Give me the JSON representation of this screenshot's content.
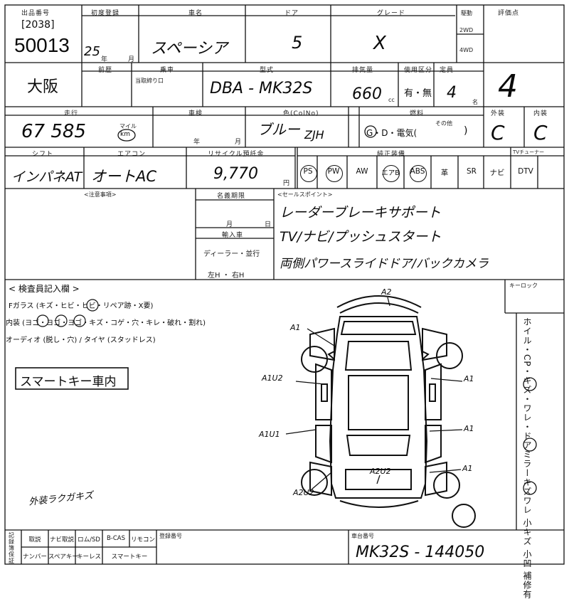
{
  "header": {
    "lot_label": "出品番号",
    "lot_sub": "[2038]",
    "lot_number": "50013",
    "first_reg_label": "初度登録",
    "first_reg_value": "25",
    "year_unit": "年",
    "month_unit": "月",
    "car_name_label": "車名",
    "car_name": "スペーシア",
    "door_label": "ドア",
    "door_value": "5",
    "grade_label": "グレード",
    "grade_value": "X",
    "drive_label": "駆動",
    "drive_2wd": "2WD",
    "drive_4wd": "4WD",
    "rating_label": "評価点",
    "rating_value": "4"
  },
  "row2": {
    "location": "大阪",
    "history_label": "前歴",
    "seats_label": "乗車",
    "seats_note": "当取締り口",
    "model_label": "型式",
    "model_value": "DBA - MK32S",
    "cc_label": "排気量",
    "cc_value": "660",
    "cc_unit": "cc",
    "ownership_label": "使用区分",
    "ownership_value": "有・無",
    "capacity_label": "定員",
    "capacity_value": "4",
    "capacity_unit": "名"
  },
  "row3": {
    "mileage_label": "走行",
    "mileage_value": "67 585",
    "mileage_unit_top": "マイル",
    "mileage_unit": "km",
    "inspection_label": "車検",
    "inspection_year": "年",
    "inspection_month": "月",
    "color_label": "色(ColNo)",
    "color_value": "ブルー",
    "color_code": "ZJH",
    "fuel_label": "燃料",
    "fuel_value": "G・D・電気(",
    "fuel_other": "その他",
    "fuel_close": ")",
    "ext_label": "外装",
    "ext_value": "C",
    "int_label": "内装",
    "int_value": "C"
  },
  "row4": {
    "shift_label": "シフト",
    "shift_value": "インパネAT",
    "ac_label": "エアコン",
    "ac_value": "オートAC",
    "recycle_label": "リサイクル預託金",
    "recycle_value": "9,770",
    "recycle_unit": "円",
    "equip_label": "純正装備",
    "equip": [
      "PS",
      "PW",
      "AW",
      "エアB",
      "ABS",
      "革",
      "SR",
      "ナビ",
      "DTV"
    ],
    "equip_circled": [
      true,
      true,
      false,
      true,
      true,
      false,
      false,
      false,
      false
    ],
    "tv_label": "TVチューナー"
  },
  "notes": {
    "caution_label": "<注意事項>",
    "ownership_period_label": "名義期限",
    "period_month": "月",
    "period_day": "日",
    "import_label": "輸入車",
    "dealer_label": "ディーラー・並行",
    "handle_label": "左H ・ 右H",
    "sales_label": "<セールスポイント>",
    "sales_points": [
      "レーダーブレーキサポート",
      "TV/ナビ/プッシュスタート",
      "両側パワースライドドア/バックカメラ"
    ]
  },
  "inspector": {
    "title": "< 検査員記入欄 >",
    "line1": "Fガラス (キズ・ヒビ・ヒビ・リペア跡・X要)",
    "line2": "内装 (ヨゴ・ヨゴ・ヨゴ・キズ・コゲ・穴・キレ・破れ・割れ)",
    "line3": "オーディオ (脱し・穴) / タイヤ (スタッドレス)",
    "boxed_note": "スマートキー車内",
    "bottom_note": "外装ラクガキズ",
    "keylock_label": "キーロック",
    "legend": "ホイル・CP・キズ・ワレ・ドアミラーキズワレ 小キズ 小凹 補修有",
    "damage_marks": [
      "A2",
      "A1",
      "A1U2",
      "A1U1",
      "A2U2",
      "A1",
      "A1",
      "A1",
      "A2U2"
    ]
  },
  "footer": {
    "cols": [
      "取説",
      "ナビ取説",
      "ロム/SD",
      "B-CAS",
      "リモコン"
    ],
    "cols2": [
      "ナンバー",
      "スペアキー",
      "キーレス",
      "スマートキー"
    ],
    "reg_no_label": "登録番号",
    "chassis_label": "車台番号",
    "chassis_value": "MK32S - 144050",
    "side_chars": [
      "記",
      "録",
      "簿",
      "保",
      "証"
    ]
  }
}
